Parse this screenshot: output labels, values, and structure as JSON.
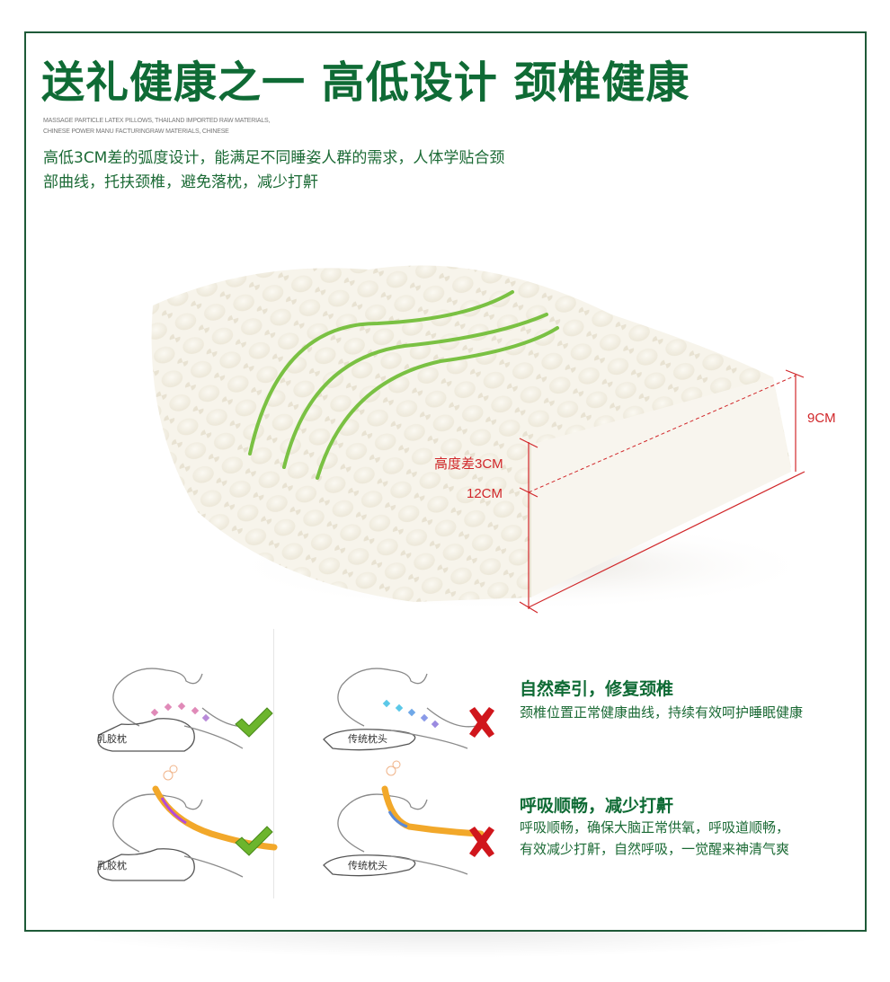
{
  "header": {
    "title": "送礼健康之一 高低设计 颈椎健康",
    "subtitle_en_line1": "MASSAGE PARTICLE LATEX PILLOWS, THAILAND IMPORTED RAW MATERIALS,",
    "subtitle_en_line2": "CHINESE POWER MANU FACTURINGRAW MATERIALS, CHINESE",
    "description_line1": "高低3CM差的弧度设计，能满足不同睡姿人群的需求，人体学贴合颈",
    "description_line2": "部曲线，托扶颈椎，避免落枕，减少打鼾"
  },
  "dimensions": {
    "height_diff": "高度差3CM",
    "high_side": "12CM",
    "low_side": "9CM"
  },
  "comparison": {
    "latex_label": "乳胶枕",
    "traditional_label": "传统枕头",
    "good_icon": "check-icon",
    "bad_icon": "cross-icon"
  },
  "features": [
    {
      "heading": "自然牵引，修复颈椎",
      "lines": [
        "颈椎位置正常健康曲线，持续有效呵护睡眠健康"
      ]
    },
    {
      "heading": "呼吸顺畅，减少打鼾",
      "lines": [
        "呼吸顺畅，确保大脑正常供氧，呼吸道顺畅，",
        "有效减少打鼾，自然呼吸，一觉醒来神清气爽"
      ]
    }
  ],
  "colors": {
    "brand_green": "#0f6b35",
    "frame_green": "#1e5a38",
    "dimension_red": "#d1272a",
    "check_green": "#6cb52d",
    "cross_red": "#d0161c"
  }
}
